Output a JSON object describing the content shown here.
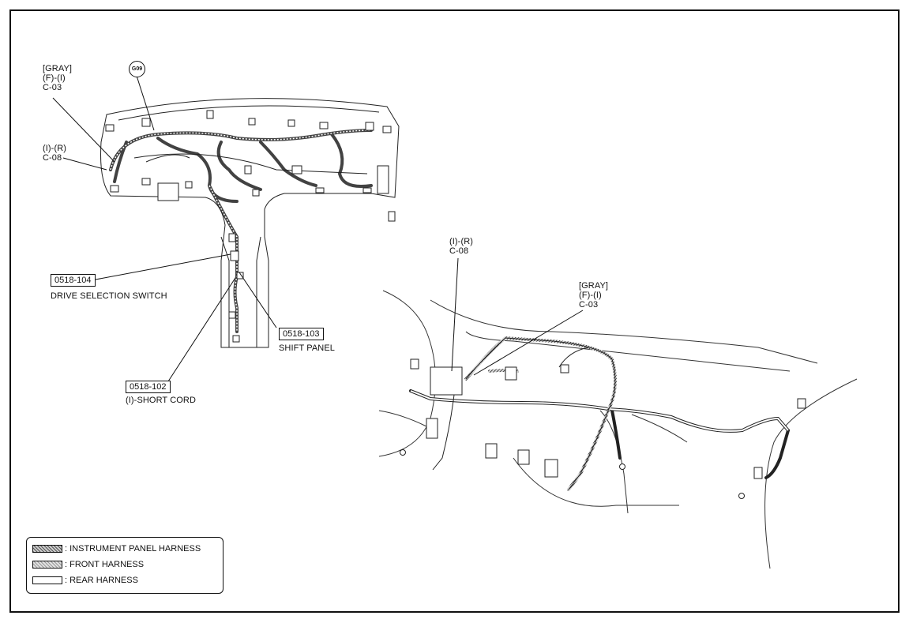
{
  "callouts": {
    "gray_fi_c03_left": [
      "[GRAY]",
      "(F)-(I)",
      "C-03"
    ],
    "ir_c08_left": [
      "(I)-(R)",
      "C-08"
    ],
    "ground_g09": "G09",
    "ir_c08_right": [
      "(I)-(R)",
      "C-08"
    ],
    "gray_fi_c03_right": [
      "[GRAY]",
      "(F)-(I)",
      "C-03"
    ]
  },
  "connectors": {
    "c104": {
      "code": "0518-104",
      "desc": "DRIVE SELECTION SWITCH"
    },
    "c103": {
      "code": "0518-103",
      "desc": "SHIFT PANEL"
    },
    "c102": {
      "code": "0518-102",
      "desc": "(I)-SHORT CORD"
    }
  },
  "legend": [
    {
      "label": ": INSTRUMENT PANEL HARNESS",
      "fill": "#8a8a8a"
    },
    {
      "label": ": FRONT HARNESS",
      "fill": "#b5b5b5"
    },
    {
      "label": ": REAR HARNESS",
      "fill": "#ffffff"
    }
  ]
}
